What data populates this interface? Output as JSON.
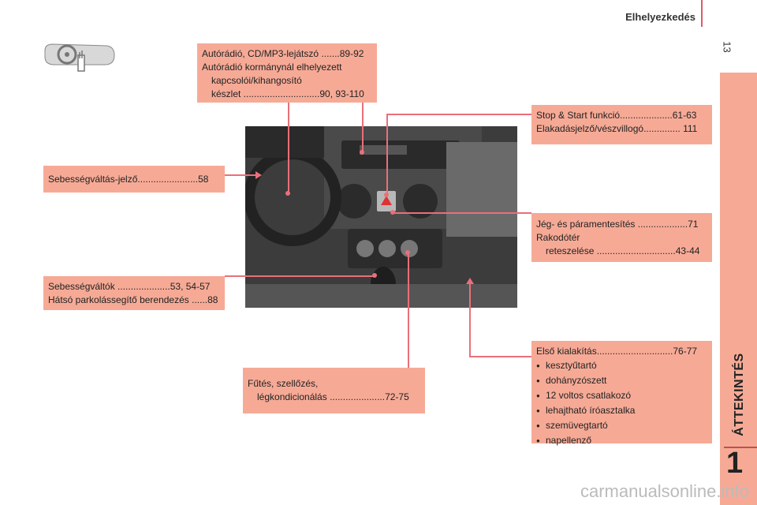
{
  "header": {
    "title": "Elhelyezkedés",
    "page_number": "13"
  },
  "side": {
    "title": "ÁTTEKINTÉS",
    "chapter": "1"
  },
  "boxes": {
    "radio": {
      "line1": "Autórádió, CD/MP3-lejátszó .......89-92",
      "line2": "Autórádió kormánynál elhelyezett",
      "line3": "kapcsolói/kihangosító",
      "line4": "készlet .............................90, 93-110"
    },
    "stopstart": {
      "line1": "Stop & Start funkció....................61-63",
      "line2": "Elakadásjelző/vészvillogó.............. 111"
    },
    "gearshift_ind": {
      "line1": "Sebességváltás-jelző.......................58"
    },
    "defrost": {
      "line1": "Jég- és páramentesítés ...................71",
      "line2": "Rakodótér",
      "line3": "reteszelése ..............................43-44"
    },
    "gearbox": {
      "line1": "Sebességváltók ....................53, 54-57",
      "line2": "Hátsó parkolássegítő berendezés ......88"
    },
    "front": {
      "line1": "Első kialakítás.............................76-77",
      "items": [
        "kesztyűtartó",
        "dohányzószett",
        "12 voltos csatlakozó",
        "lehajtható íróasztalka",
        "szemüvegtartó",
        "napellenző"
      ]
    },
    "heating": {
      "line1": "Fűtés, szellőzés,",
      "line2": "légkondicionálás .....................72-75"
    }
  },
  "footer": {
    "watermark": "carmanualsonline.info"
  },
  "icons": {
    "car_icon": "steering-wheel-icon"
  },
  "colors": {
    "accent": "#f6aa96",
    "line": "#e8707a"
  }
}
